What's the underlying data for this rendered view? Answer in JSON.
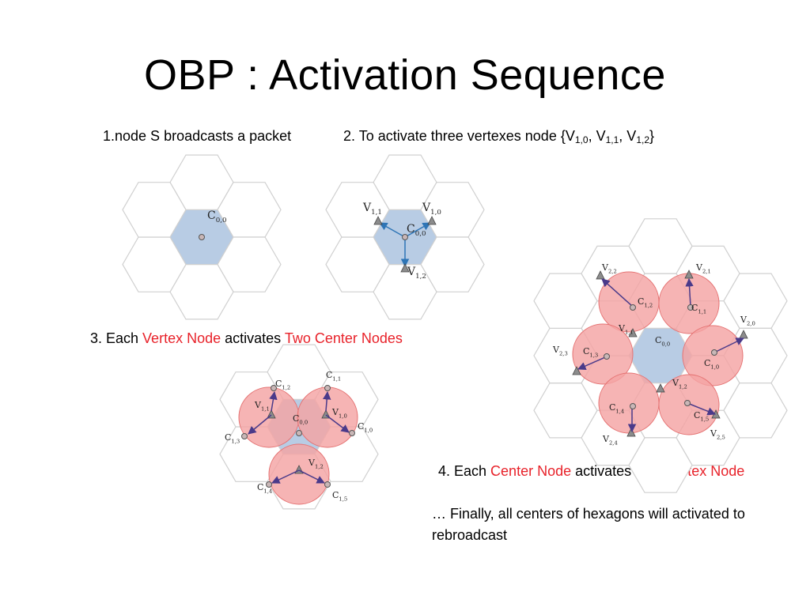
{
  "slide": {
    "title": "OBP : Activation Sequence"
  },
  "steps": {
    "step1": "1.node S broadcasts a packet",
    "step2": {
      "prefix": "2.  To activate three vertexes node {",
      "v10": "V",
      "v10_sub": "1,0",
      "sep1": ", ",
      "v11": "V",
      "v11_sub": "1,1",
      "sep2": ", ",
      "v12": "V",
      "v12_sub": "1,2",
      "suffix": "}"
    },
    "step3": {
      "prefix": "3.  Each ",
      "highlight1": "Vertex Node",
      "middle": " activates ",
      "highlight2": "Two Center Nodes"
    },
    "step4": {
      "prefix": "4.  Each ",
      "highlight1": "Center Node",
      "middle": " activates ",
      "highlight2": "One Vertex Node"
    },
    "final_note": "… Finally,  all centers of hexagons will activated to rebroadcast"
  },
  "diagram_labels": {
    "d1": {
      "center": "C",
      "center_sub": "0,0"
    },
    "d2": {
      "center": "C",
      "center_sub": "0,0",
      "v11": "V",
      "v11_sub": "1,1",
      "v10": "V",
      "v10_sub": "1,0",
      "v12": "V",
      "v12_sub": "1,2"
    },
    "d3": {
      "c00": "C",
      "c00_sub": "0,0",
      "c12": "C",
      "c12_sub": "1,2",
      "c11": "C",
      "c11_sub": "1,1",
      "c13": "C",
      "c13_sub": "1,3",
      "c10": "C",
      "c10_sub": "1,0",
      "c14": "C",
      "c14_sub": "1,4",
      "c15": "C",
      "c15_sub": "1,5",
      "v11": "V",
      "v11_sub": "1,1",
      "v10": "V",
      "v10_sub": "1,0",
      "v12": "V",
      "v12_sub": "1,2"
    },
    "d4": {
      "c00": "C",
      "c00_sub": "0,0",
      "c12": "C",
      "c12_sub": "1,2",
      "c11": "C",
      "c11_sub": "1,1",
      "c13": "C",
      "c13_sub": "1,3",
      "c10": "C",
      "c10_sub": "1,0",
      "c14": "C",
      "c14_sub": "1,4",
      "c15": "C",
      "c15_sub": "1,5",
      "v11": "V",
      "v11_sub": "1,1",
      "v12": "V",
      "v12_sub": "1,2",
      "v22": "V",
      "v22_sub": "2,2",
      "v21": "V",
      "v21_sub": "2,1",
      "v20": "V",
      "v20_sub": "2,0",
      "v23": "V",
      "v23_sub": "2,3",
      "v24": "V",
      "v24_sub": "2,4",
      "v25": "V",
      "v25_sub": "2,5"
    }
  },
  "colors": {
    "text": "#000000",
    "highlight": "#e8222a",
    "hex_fill": "#b8cce4",
    "hex_stroke": "#d0d0d0",
    "circle_fill": "#f4a3a3",
    "arrow": "#2e75b6"
  }
}
